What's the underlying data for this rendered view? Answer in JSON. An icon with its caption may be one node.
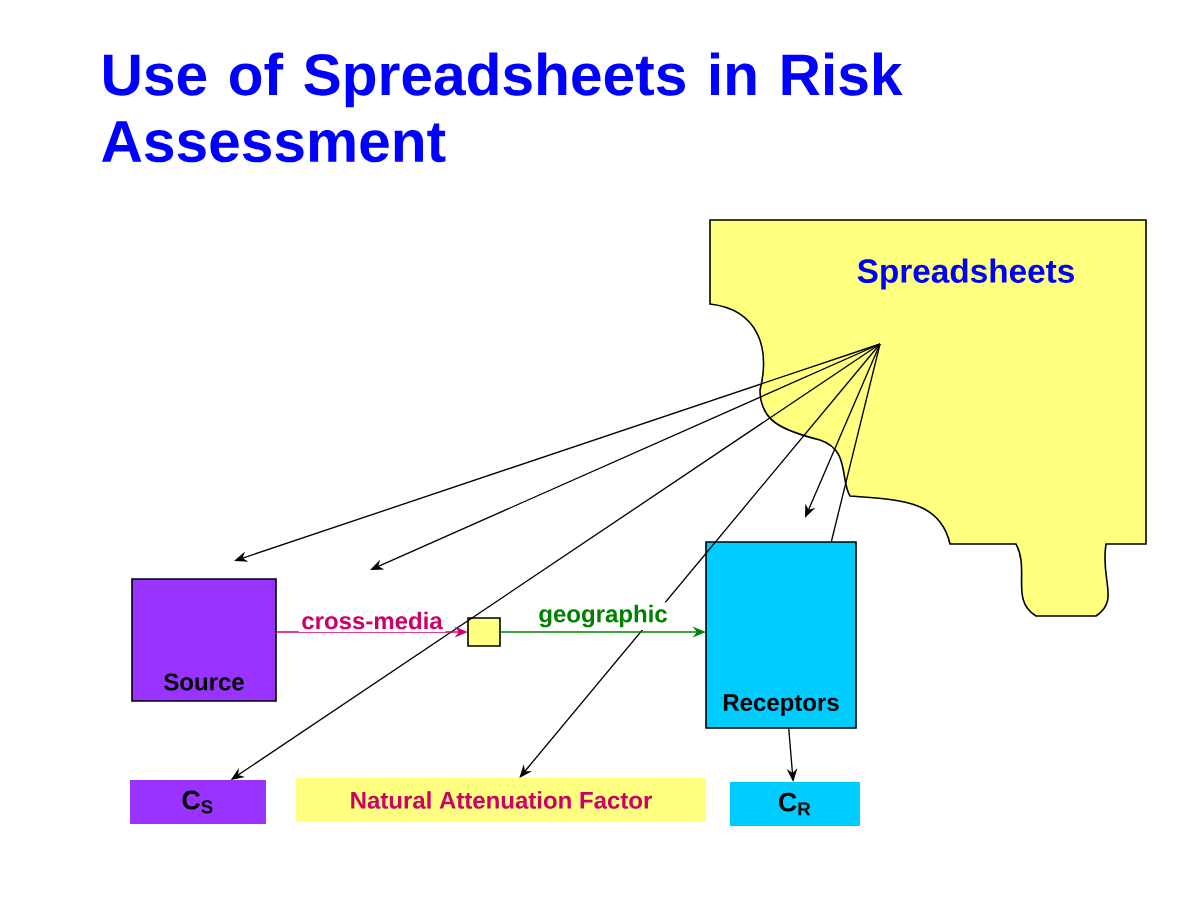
{
  "diagram": {
    "title": "Use of Spreadsheets in Risk Assessment",
    "nodes": [
      {
        "text": [
          "Spreadsheets"
        ]
      },
      {
        "text": [
          "Source"
        ]
      },
      {
        "text": [],
        "shape": "box"
      },
      {
        "text": [
          "Receptors"
        ]
      },
      {
        "text": [
          "C$_{S}$"
        ]
      },
      {
        "text": [
          "Natural Attenuation Factor"
        ]
      },
      {
        "text": [
          "C$_{R}$"
        ]
      }
    ],
    "edges": [
      {
        "from": 0,
        "to": 1,
        "arrow": "to"
      },
      {
        "from": 0,
        "to": null,
        "arrow": "to"
      },
      {
        "from": 0,
        "to": 4,
        "arrow": "to"
      },
      {
        "from": 0,
        "to": 5,
        "arrow": "to"
      },
      {
        "from": 0,
        "to": 3,
        "arrow": "to"
      },
      {
        "from": 0,
        "to": 3,
        "arrow": "none"
      },
      {
        "from": 1,
        "to": 2,
        "arrow": "to",
        "label": "cross-media",
        "color": "#cc0066"
      },
      {
        "from": 2,
        "to": 3,
        "arrow": "to",
        "label": "geographic",
        "color": "#008000"
      },
      {
        "from": 3,
        "to": 6,
        "arrow": "to"
      }
    ]
  }
}
